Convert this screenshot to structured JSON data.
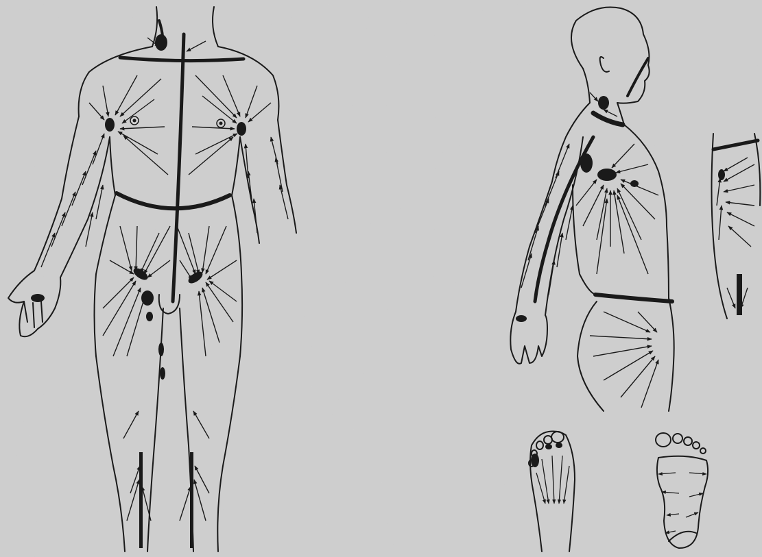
{
  "figure": {
    "panels": [
      {
        "id": "anterior-body",
        "label": ""
      },
      {
        "id": "posterior-lateral-body",
        "label": ""
      },
      {
        "id": "partial-back",
        "label": ""
      },
      {
        "id": "foot-dorsal",
        "label": ""
      },
      {
        "id": "foot-plantar",
        "label": ""
      }
    ]
  },
  "colors": {
    "paper": "#cfcfcf",
    "ink": "#1a1a1a"
  }
}
